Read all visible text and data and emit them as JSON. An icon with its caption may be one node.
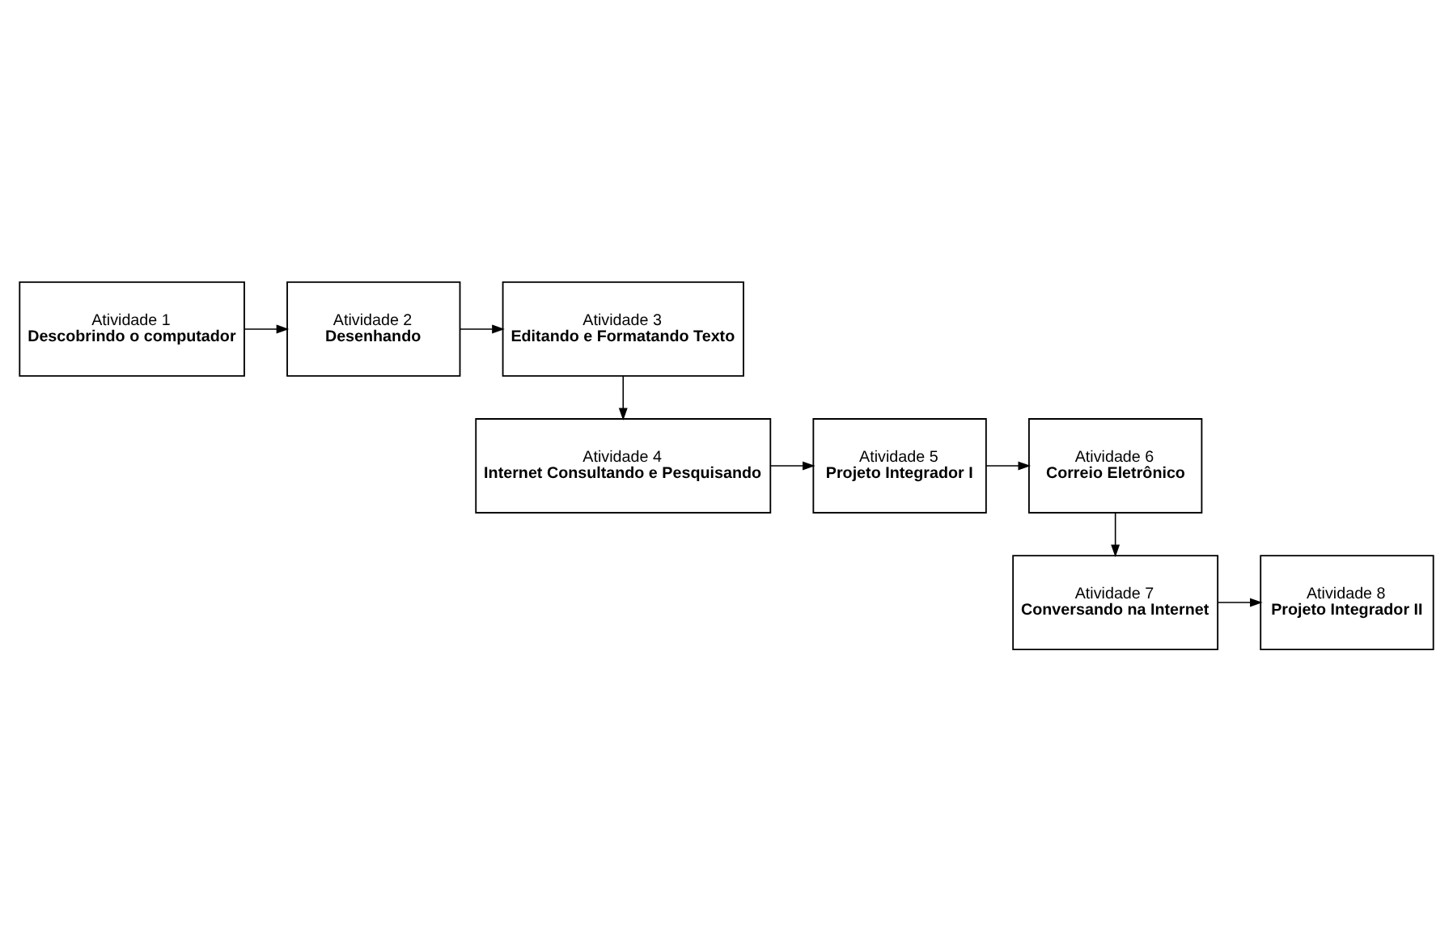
{
  "diagram": {
    "nodes": [
      {
        "text": [
          "Atividade 1",
          "Descobrindo o computador"
        ]
      },
      {
        "text": [
          "Atividade 2",
          "Desenhando"
        ]
      },
      {
        "text": [
          "Atividade 3",
          "Editando e Formatando Texto"
        ]
      },
      {
        "text": [
          "Atividade 4",
          "Internet Consultando e Pesquisando"
        ]
      },
      {
        "text": [
          "Atividade 5",
          "Projeto Integrador I"
        ]
      },
      {
        "text": [
          "Atividade 6",
          "Correio Eletrônico"
        ]
      },
      {
        "text": [
          "Atividade 7",
          "Conversando na Internet"
        ]
      },
      {
        "text": [
          "Atividade 8",
          "Projeto Integrador II"
        ]
      }
    ],
    "edges": [
      {
        "from": 0,
        "to": 1,
        "arrow": "to"
      },
      {
        "from": 1,
        "to": 2,
        "arrow": "to"
      },
      {
        "from": 2,
        "to": 3,
        "arrow": "to"
      },
      {
        "from": 3,
        "to": 4,
        "arrow": "to"
      },
      {
        "from": 4,
        "to": 5,
        "arrow": "to"
      },
      {
        "from": 5,
        "to": 6,
        "arrow": "to"
      },
      {
        "from": 6,
        "to": 7,
        "arrow": "to"
      }
    ]
  }
}
